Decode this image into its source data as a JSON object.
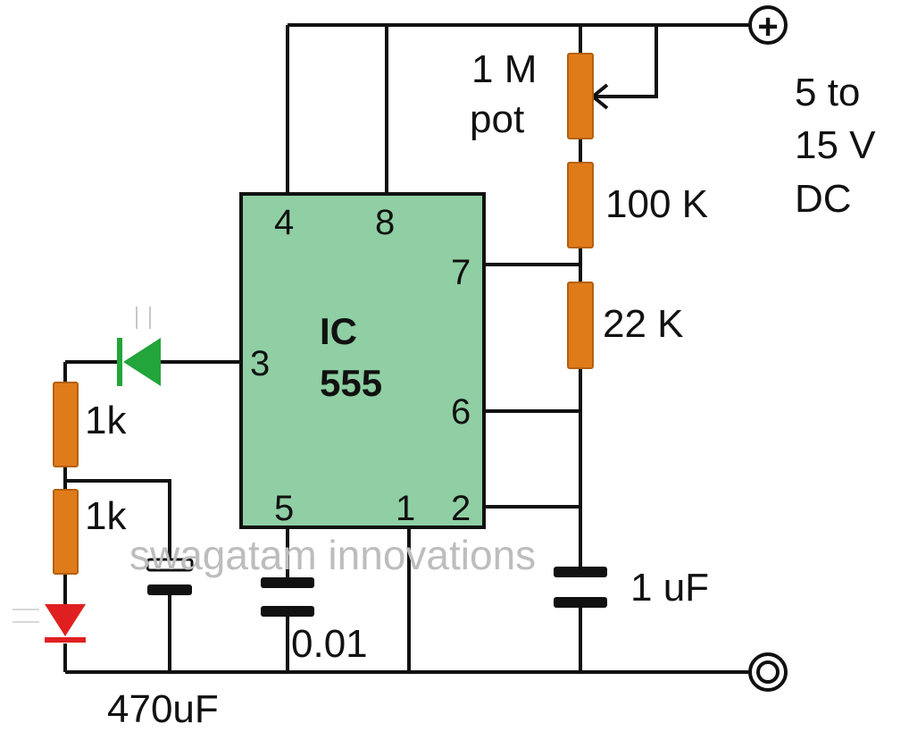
{
  "ic": {
    "line1": "IC",
    "line2": "555",
    "color": "#8fcfa3"
  },
  "pins": {
    "p4": "4",
    "p8": "8",
    "p7": "7",
    "p3": "3",
    "p6": "6",
    "p5": "5",
    "p1": "1",
    "p2": "2"
  },
  "labels": {
    "pot_line1": "1 M",
    "pot_line2": "pot",
    "r100k": "100 K",
    "r22k": "22 K",
    "supply_line1": "5 to",
    "supply_line2": "15 V",
    "supply_line3": "DC",
    "r1k_top": "1k",
    "r1k_bottom": "1k",
    "cap_1uf": "1 uF",
    "cap_001": "0.01",
    "cap_470uf": "470uF"
  },
  "watermark": "swagatam innovations",
  "terminals": {
    "positive_symbol": "+"
  },
  "colors": {
    "resistor": "#e07b1a",
    "led_green": "#22a53a",
    "led_red": "#e02020",
    "wire": "#111111"
  }
}
